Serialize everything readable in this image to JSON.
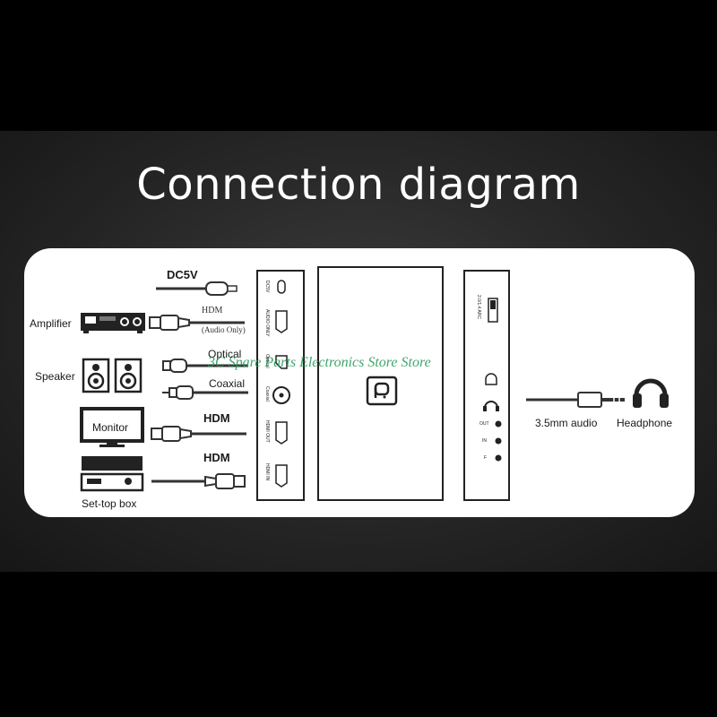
{
  "title": "Connection diagram",
  "left_labels": {
    "amplifier": "Amplifier",
    "speaker": "Speaker",
    "monitor": "Monitor",
    "set_top_box": "Set-top box"
  },
  "cable_labels": {
    "dc5v": "DC5V",
    "hdm_amp": "HDM",
    "audio_only": "(Audio Only)",
    "optical": "Optical",
    "coaxial": "Coaxial",
    "hdm_monitor": "HDM",
    "hdm_stb": "HDM"
  },
  "left_panel_ports": {
    "dc5v": "DC5V",
    "audio_only": "AUDIO ONLY",
    "optical": "Optical",
    "coaxial": "Coaxial",
    "hdmi_out": "HDMI OUT",
    "hdmi_in": "HDMI IN"
  },
  "right_panel_labels": {
    "switch": "2.0/1.4 ARC",
    "out": "OUT",
    "in": "IN",
    "f": "F"
  },
  "right_labels": {
    "audio_35": "3.5mm audio",
    "headphone": "Headphone"
  },
  "watermark": "3C Spare Parts Electronics Store Store",
  "colors": {
    "background": "#000000",
    "band": "#2e2e2e",
    "card": "#ffffff",
    "ink": "#1a1a1a",
    "watermark": "#2a9c5a"
  }
}
